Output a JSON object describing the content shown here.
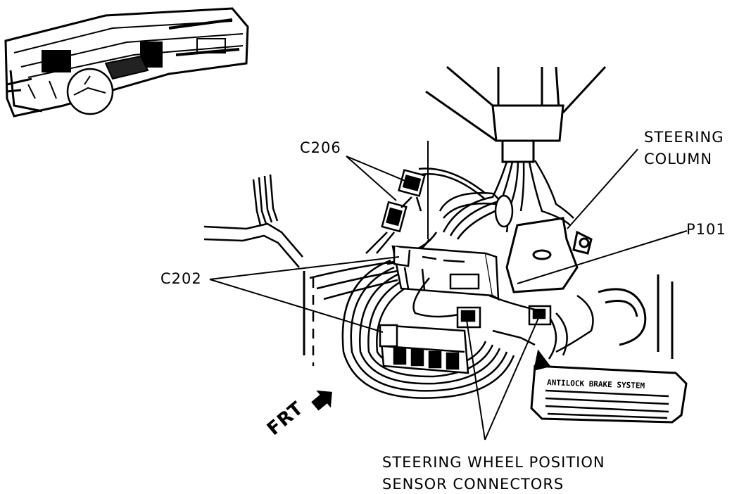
{
  "labels": {
    "c206": "C206",
    "steering_column_line1": "STEERING",
    "steering_column_line2": "COLUMN",
    "p101": "P101",
    "c202": "C202",
    "swps_line1": "STEERING WHEEL POSITION",
    "swps_line2": "SENSOR CONNECTORS",
    "frt": "FRT",
    "pedal_text": "ANTILOCK BRAKE SYSTEM"
  }
}
